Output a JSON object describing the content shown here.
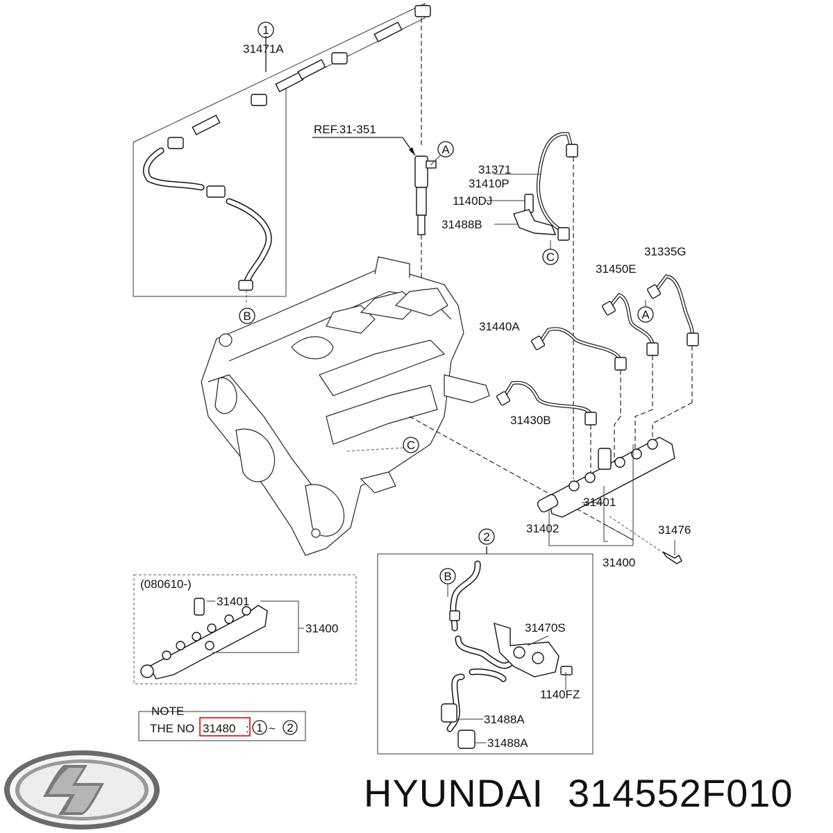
{
  "diagram": {
    "part_labels": {
      "p31471A": "31471A",
      "ref": "REF.31-351",
      "p31371": "31371",
      "p31410P": "31410P",
      "p1140DJ": "1140DJ",
      "p31488B": "31488B",
      "p31335G": "31335G",
      "p31450E": "31450E",
      "p31440A": "31440A",
      "p31430B": "31430B",
      "p31401": "31401",
      "p31402": "31402",
      "p31476": "31476",
      "p31400": "31400",
      "p31470S": "31470S",
      "p1140FZ": "1140FZ",
      "p31488A_1": "31488A",
      "p31488A_2": "31488A"
    },
    "circle_markers": {
      "one": "1",
      "two": "2",
      "a_top": "A",
      "a_right": "A",
      "b_left": "B",
      "b_inset": "B",
      "c_right": "C",
      "c_engine": "C"
    },
    "variant_box": {
      "date_code": "(080610-)",
      "part_top": "31401",
      "part_right": "31400"
    },
    "note": {
      "title": "NOTE",
      "prefix": "THE NO",
      "part_number": "31480",
      "colon": ":",
      "range_start": "1",
      "tilde": "~",
      "range_end": "2"
    }
  },
  "brand": {
    "name": "HYUNDAI",
    "part_number": "314552F010"
  }
}
